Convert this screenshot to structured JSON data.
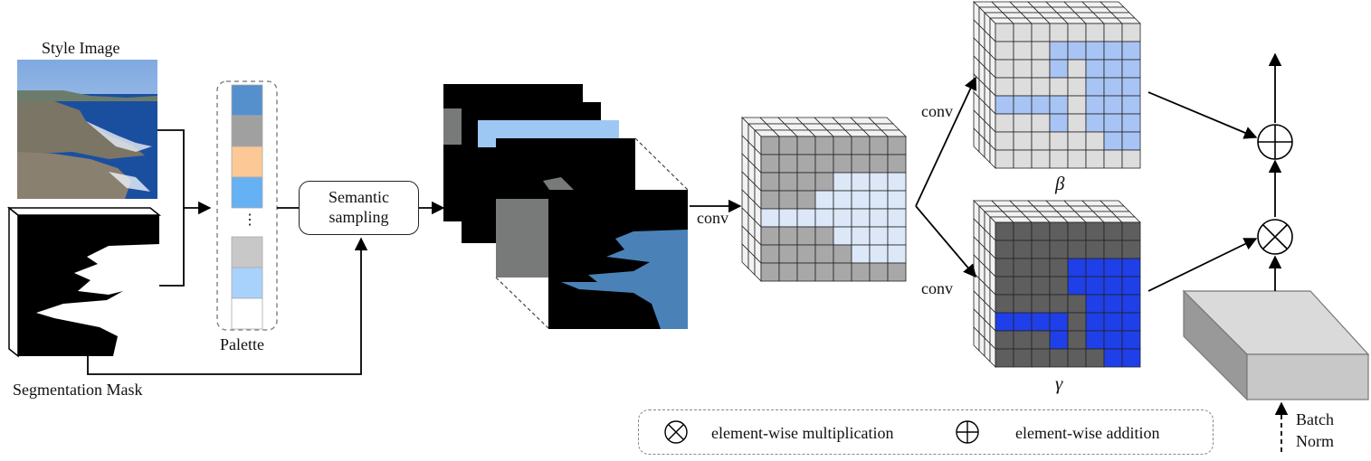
{
  "labels": {
    "style_image": "Style Image",
    "segmentation_mask": "Segmentation Mask",
    "palette": "Palette",
    "palette_ellipsis": "⋮",
    "semantic_sampling": "Semantic sampling",
    "conv_1": "conv",
    "conv_2": "conv",
    "conv_3": "conv",
    "beta": "β",
    "gamma": "γ",
    "batch_norm": "Batch Norm"
  },
  "legend": {
    "multiplication": "element-wise multiplication",
    "addition": "element-wise addition"
  },
  "colors": {
    "palette_swatches": [
      "#5590cc",
      "#a0a0a0",
      "#fcc896",
      "#66b0f4",
      "#c8c8c8",
      "#a8d2fc",
      "#ffffff"
    ],
    "ocean_blue": "#4a82b8",
    "rock_gray": "#777a78",
    "light_blue": "#9ec8f4",
    "feature_gray": "#a8a8a8",
    "feature_light": "#dce8f8",
    "beta_gray": "#dddddd",
    "beta_blue": "#a8c4f4",
    "gamma_dark": "#5e5e5e",
    "gamma_blue": "#1f3fe8",
    "bn_box": "#c8c8c8"
  },
  "icons": {
    "multiply": "circled-times-icon",
    "add": "circled-plus-icon"
  }
}
